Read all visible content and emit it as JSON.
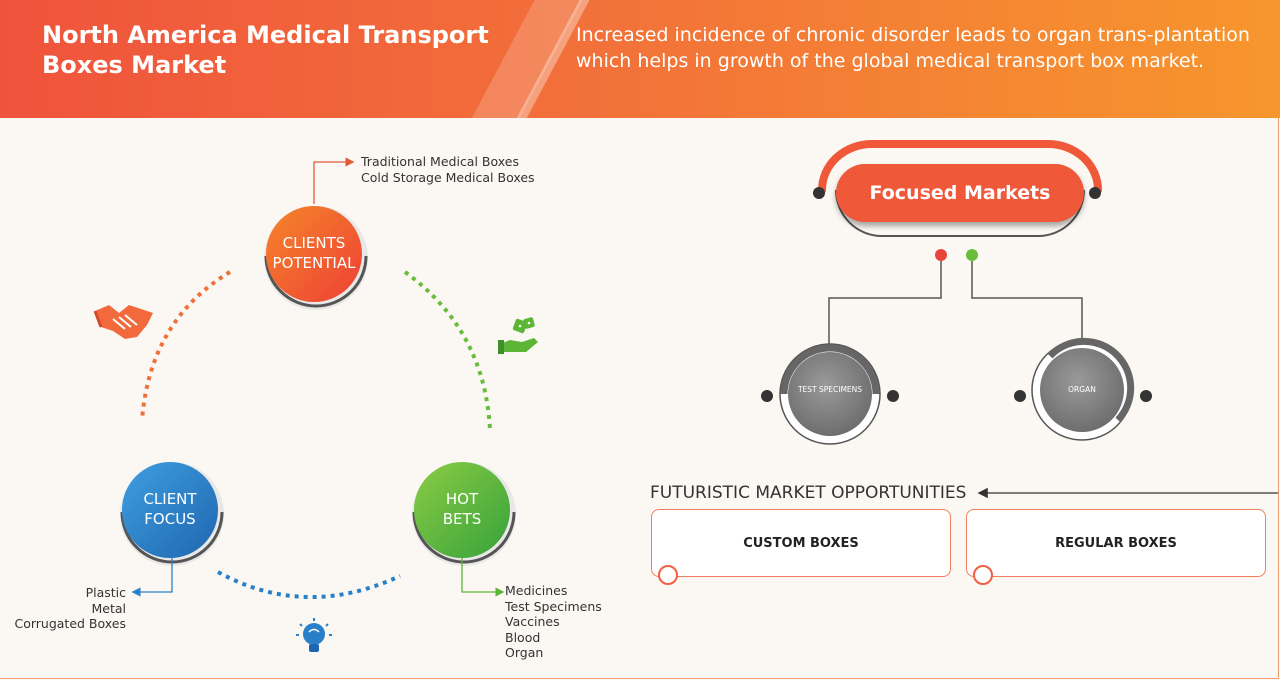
{
  "header": {
    "title": "North America Medical Transport Boxes Market",
    "subtitle": "Increased incidence of chronic disorder leads to organ trans-plantation which helps in growth of the global medical transport box market."
  },
  "cycle": {
    "clients_potential": {
      "label_line1": "CLIENTS",
      "label_line2": "POTENTIAL",
      "items": [
        "Traditional Medical Boxes",
        "Cold Storage Medical Boxes"
      ],
      "color": "#f25a3a"
    },
    "client_focus": {
      "label_line1": "CLIENT",
      "label_line2": "FOCUS",
      "items": [
        "Plastic",
        "Metal",
        "Corrugated Boxes"
      ],
      "color": "#2a80c8"
    },
    "hot_bets": {
      "label_line1": "HOT",
      "label_line2": "BETS",
      "items": [
        "Medicines",
        "Test Specimens",
        "Vaccines",
        "Blood",
        "Organ"
      ],
      "color": "#5cb535"
    }
  },
  "focused_markets": {
    "title": "Focused Markets",
    "segments": [
      "TEST SPECIMENS",
      "ORGAN"
    ]
  },
  "futuristic": {
    "title": "FUTURISTIC MARKET OPPORTUNITIES",
    "boxes": [
      "CUSTOM BOXES",
      "REGULAR BOXES"
    ]
  },
  "icons": [
    "handshake-icon",
    "hand-dice-icon",
    "lightbulb-icon"
  ]
}
